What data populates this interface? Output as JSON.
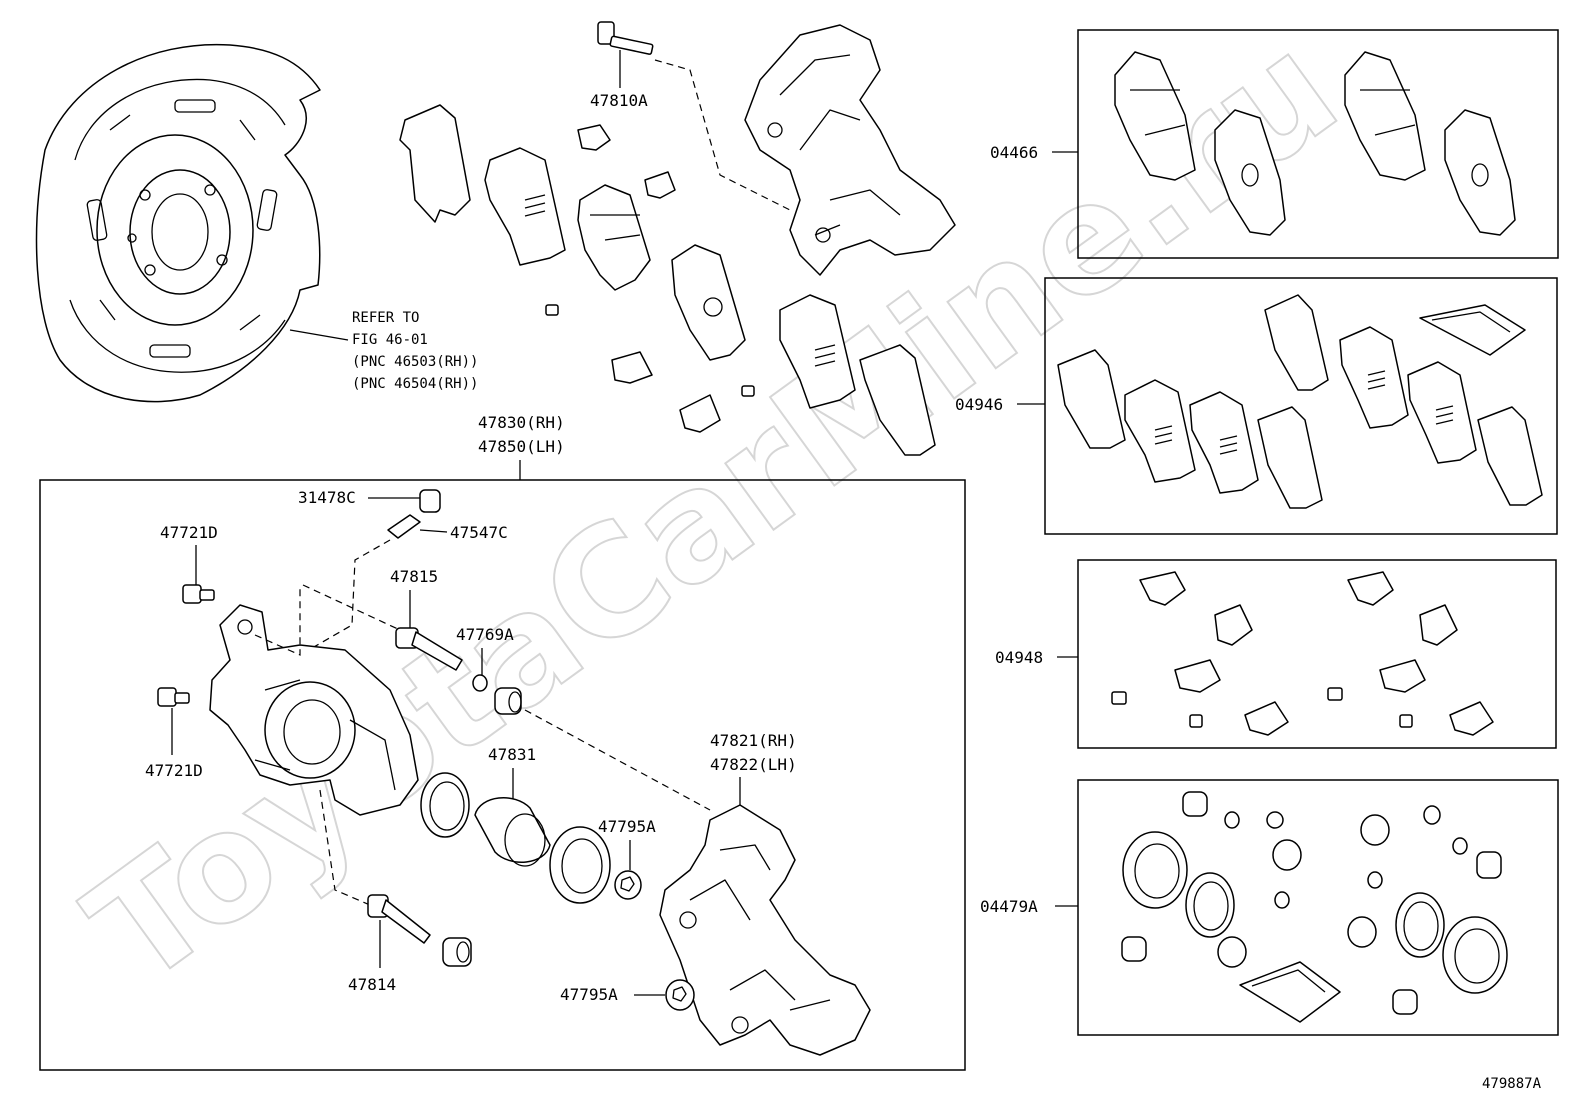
{
  "watermark": "ToyotaCarMine.ru",
  "figure_code": "479887A",
  "shield_note": {
    "line1": "REFER TO",
    "line2": "FIG 46-01",
    "line3": "(PNC 46503(RH))",
    "line4": "(PNC 46504(RH))"
  },
  "labels": {
    "p47810A": "47810A",
    "p47830": "47830(RH)",
    "p47850": "47850(LH)",
    "p31478C": "31478C",
    "p47547C": "47547C",
    "p47721D_top": "47721D",
    "p47721D_bottom": "47721D",
    "p47815": "47815",
    "p47769A": "47769A",
    "p47831": "47831",
    "p47821": "47821(RH)",
    "p47822": "47822(LH)",
    "p47795A_top": "47795A",
    "p47795A_bottom": "47795A",
    "p47814": "47814",
    "p04466": "04466",
    "p04946": "04946",
    "p04948": "04948",
    "p04479A": "04479A"
  }
}
